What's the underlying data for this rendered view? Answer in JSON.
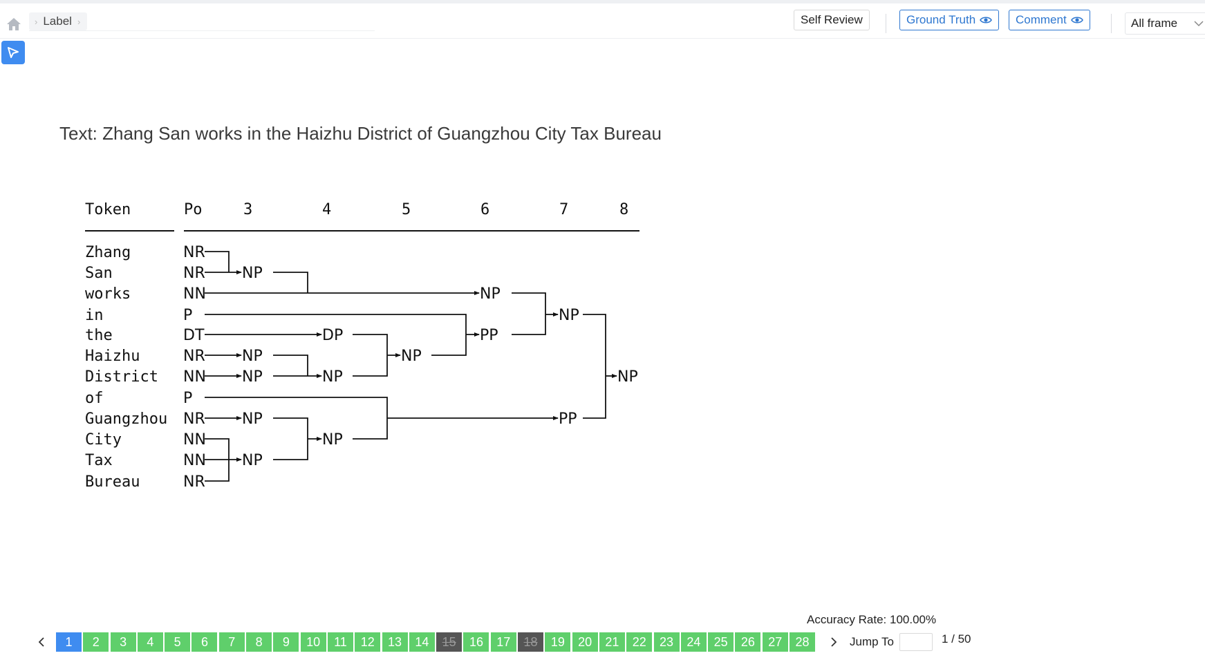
{
  "breadcrumb": {
    "label": "Label"
  },
  "toolbar": {
    "self_review": "Self Review",
    "ground_truth": "Ground Truth",
    "comment": "Comment",
    "frame_select": "All frame"
  },
  "text_line": "Text: Zhang San works in the Haizhu District of Guangzhou City Tax Bureau",
  "parse_tree": {
    "headers": [
      "Token",
      "Po",
      "3",
      "4",
      "5",
      "6",
      "7",
      "8"
    ],
    "tokens": [
      {
        "token": "Zhang",
        "pos": "NR"
      },
      {
        "token": "San",
        "pos": "NR"
      },
      {
        "token": "works",
        "pos": "NN"
      },
      {
        "token": "in",
        "pos": "P"
      },
      {
        "token": "the",
        "pos": "DT"
      },
      {
        "token": "Haizhu",
        "pos": "NR"
      },
      {
        "token": "District",
        "pos": "NN"
      },
      {
        "token": "of",
        "pos": "P"
      },
      {
        "token": "Guangzhou",
        "pos": "NR"
      },
      {
        "token": "City",
        "pos": "NN"
      },
      {
        "token": "Tax",
        "pos": "NN"
      },
      {
        "token": "Bureau",
        "pos": "NR"
      }
    ],
    "nodes": {
      "np_zhang_san": "NP",
      "np_works": "NP",
      "np_subject": "NP",
      "dp_the": "DP",
      "np_haizhu": "NP",
      "np_district": "NP",
      "np_haizhu_district": "NP",
      "np_the_haizhu_district": "NP",
      "pp_in": "PP",
      "np_guangzhou": "NP",
      "np_tax": "NP",
      "np_guangzhou_city": "NP",
      "pp_of": "PP",
      "np_root": "NP"
    }
  },
  "accuracy": "Accuracy Rate: 100.00%",
  "pagination": {
    "pages": [
      {
        "n": "1",
        "status": "current"
      },
      {
        "n": "2",
        "status": "done"
      },
      {
        "n": "3",
        "status": "done"
      },
      {
        "n": "4",
        "status": "done"
      },
      {
        "n": "5",
        "status": "done"
      },
      {
        "n": "6",
        "status": "done"
      },
      {
        "n": "7",
        "status": "done"
      },
      {
        "n": "8",
        "status": "done"
      },
      {
        "n": "9",
        "status": "done"
      },
      {
        "n": "10",
        "status": "done"
      },
      {
        "n": "11",
        "status": "done"
      },
      {
        "n": "12",
        "status": "done"
      },
      {
        "n": "13",
        "status": "done"
      },
      {
        "n": "14",
        "status": "done"
      },
      {
        "n": "15",
        "status": "skipped"
      },
      {
        "n": "16",
        "status": "done"
      },
      {
        "n": "17",
        "status": "done"
      },
      {
        "n": "18",
        "status": "skipped"
      },
      {
        "n": "19",
        "status": "done"
      },
      {
        "n": "20",
        "status": "done"
      },
      {
        "n": "21",
        "status": "done"
      },
      {
        "n": "22",
        "status": "done"
      },
      {
        "n": "23",
        "status": "done"
      },
      {
        "n": "24",
        "status": "done"
      },
      {
        "n": "25",
        "status": "done"
      },
      {
        "n": "26",
        "status": "done"
      },
      {
        "n": "27",
        "status": "done"
      },
      {
        "n": "28",
        "status": "done"
      }
    ],
    "jump_label": "Jump To",
    "jump_value": "",
    "page_count": "1 / 50"
  },
  "colors": {
    "current": "#3f8cf0",
    "done": "#5fcf6b",
    "skipped": "#555555",
    "accent": "#2e77d0"
  },
  "icons": [
    "home-icon",
    "chevron-right-icon",
    "eye-icon",
    "chevron-down-icon",
    "cursor-select-icon",
    "chevron-left-icon"
  ]
}
